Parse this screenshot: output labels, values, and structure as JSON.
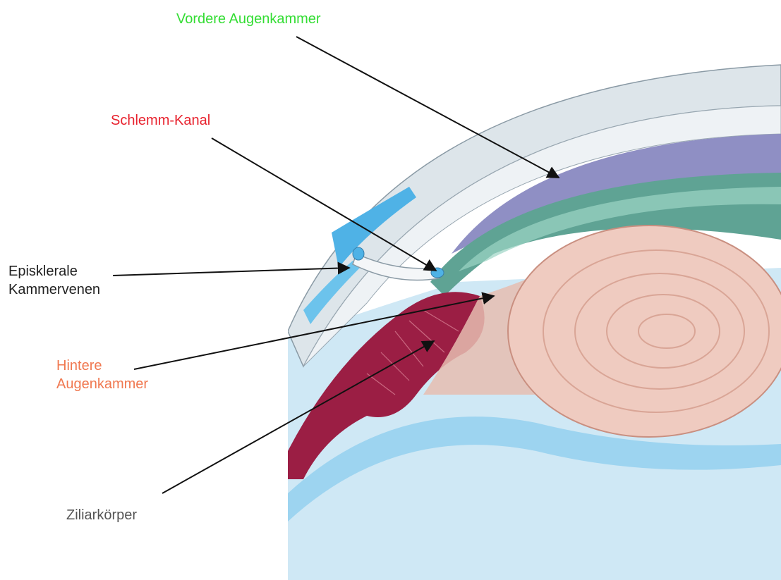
{
  "labels": {
    "vordere_augenkammer": "Vordere Augenkammer",
    "schlemm_kanal": "Schlemm-Kanal",
    "episklerale_line1": "Episklerale",
    "episklerale_line2": "Kammervenen",
    "hintere_line1": "Hintere",
    "hintere_line2": "Augenkammer",
    "ziliarkoerper": "Ziliarkörper"
  },
  "colors": {
    "vordere_augenkammer": "#33dd33",
    "schlemm_kanal": "#e8222e",
    "episklerale": "#222222",
    "hintere_augenkammer": "#f07850",
    "ziliarkoerper": "#555555",
    "vitreous": "#cfe8f5",
    "cornea": "#dde5ea",
    "iris_purple": "#8f8fc4",
    "trabecular_green": "#5fa394",
    "lens": "#efcbc0",
    "ciliary_body": "#9b1e44"
  }
}
